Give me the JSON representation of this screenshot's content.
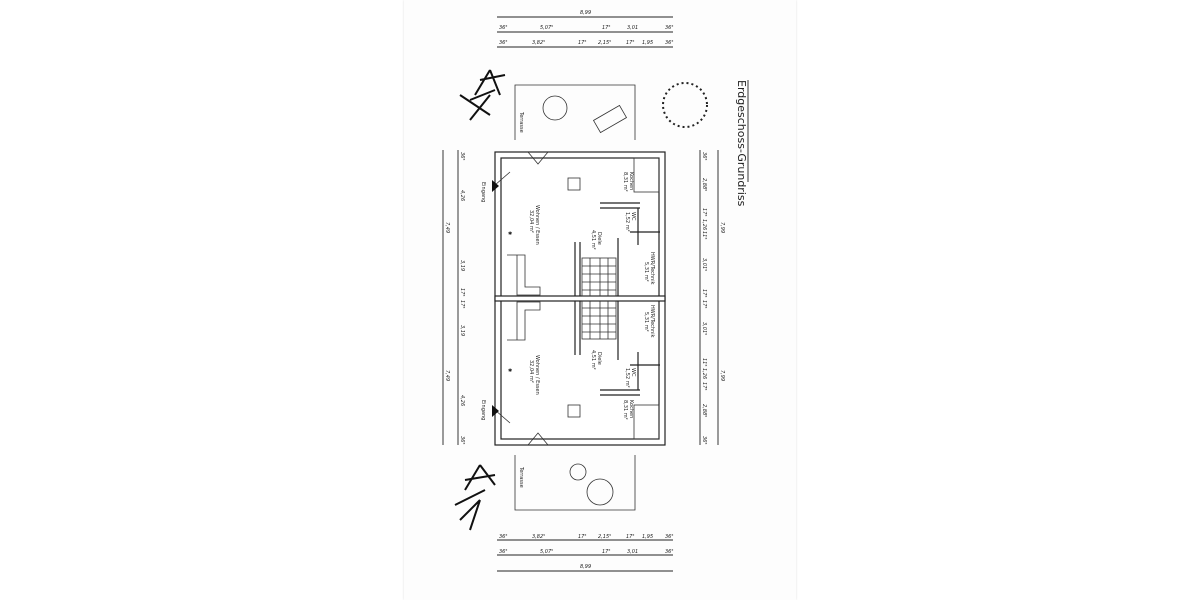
{
  "title": "Erdgeschoss-Grundriss",
  "dimensions": {
    "width_total": "8,99",
    "width_row2": [
      "36⁵",
      "5,07⁵",
      "17⁵",
      "3,01",
      "36⁵"
    ],
    "width_row3": [
      "36⁵",
      "3,82⁵",
      "17⁵",
      "2,15⁵",
      "17⁵",
      "1,95",
      "36⁵"
    ],
    "right_total": [
      "7,99",
      "7,99"
    ],
    "right_row": [
      "36⁵",
      "2,88⁵",
      "17⁵",
      "1,26",
      "11⁵",
      "3,01⁵",
      "17⁵",
      "17⁵",
      "3,01⁵",
      "11⁵",
      "1,26",
      "17⁵",
      "2,88⁵",
      "36⁵"
    ],
    "left_total": [
      "7,49",
      "7,49"
    ],
    "left_row": [
      "36⁵",
      "4,26",
      "3,19",
      "17⁵",
      "17⁵",
      "3,19",
      "4,26",
      "36⁵"
    ]
  },
  "rooms": {
    "terrasse": "Terrasse",
    "eingang": "Eingang",
    "wohnen_name": "Wohnen / Essen",
    "wohnen_area": "32,04 m²",
    "kochen_name": "Kochen",
    "kochen_area": "8,31 m²",
    "diele_name": "Diele",
    "diele_area": "4,51 m²",
    "wc_name": "WC",
    "wc_area": "1,52 m²",
    "hwr_name": "HWR/Technik",
    "hwr_area": "5,31 m²"
  }
}
